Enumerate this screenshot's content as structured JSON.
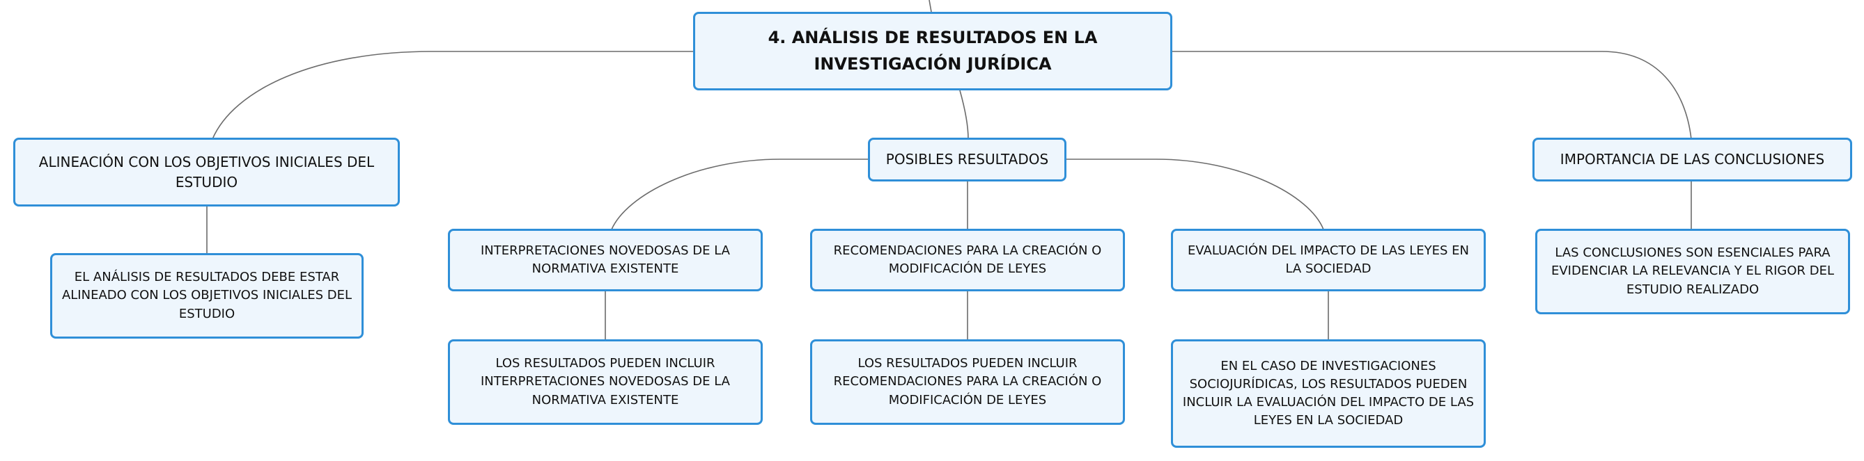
{
  "map": {
    "root": "4. ANÁLISIS DE RESULTADOS EN LA INVESTIGACIÓN JURÍDICA",
    "branches": {
      "alignment": {
        "title": "ALINEACIÓN CON LOS OBJETIVOS INICIALES DEL ESTUDIO",
        "detail": "EL ANÁLISIS DE RESULTADOS DEBE ESTAR ALINEADO CON LOS OBJETIVOS INICIALES DEL ESTUDIO"
      },
      "results": {
        "title": "POSIBLES RESULTADOS",
        "items": [
          {
            "title": "INTERPRETACIONES NOVEDOSAS DE LA NORMATIVA EXISTENTE",
            "detail": "LOS RESULTADOS PUEDEN INCLUIR INTERPRETACIONES NOVEDOSAS DE LA NORMATIVA EXISTENTE"
          },
          {
            "title": "RECOMENDACIONES PARA LA CREACIÓN O MODIFICACIÓN DE LEYES",
            "detail": "LOS RESULTADOS PUEDEN INCLUIR RECOMENDACIONES PARA LA CREACIÓN O MODIFICACIÓN DE LEYES"
          },
          {
            "title": "EVALUACIÓN DEL IMPACTO DE LAS LEYES EN LA SOCIEDAD",
            "detail": "EN EL CASO DE INVESTIGACIONES SOCIOJURÍDICAS, LOS RESULTADOS PUEDEN INCLUIR LA EVALUACIÓN DEL IMPACTO DE LAS LEYES EN LA SOCIEDAD"
          }
        ]
      },
      "conclusions": {
        "title": "IMPORTANCIA DE LAS CONCLUSIONES",
        "detail": "LAS CONCLUSIONES SON ESENCIALES PARA EVIDENCIAR LA RELEVANCIA Y EL RIGOR DEL ESTUDIO REALIZADO"
      }
    }
  },
  "colors": {
    "node_fill": "#eef6fd",
    "node_border": "#2f8fd8",
    "connector": "#6b6b6b"
  }
}
